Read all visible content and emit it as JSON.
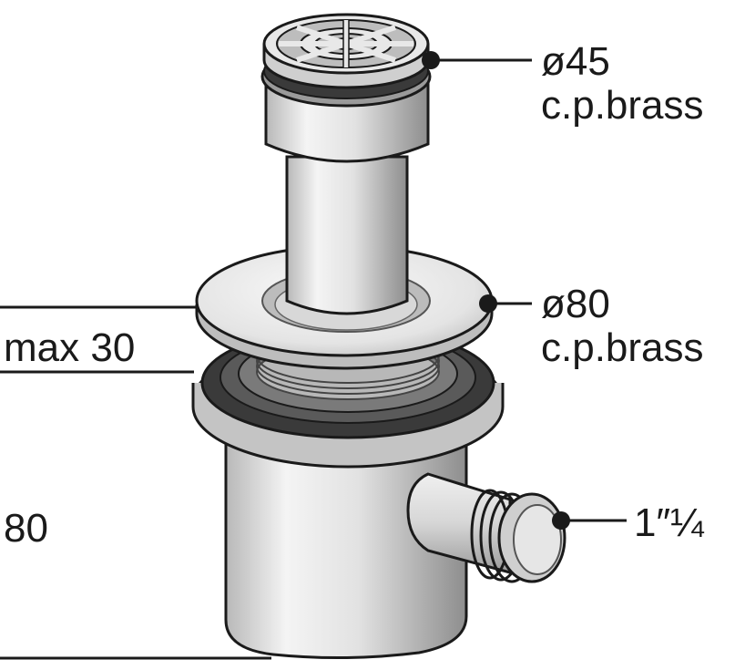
{
  "callouts": {
    "grate": {
      "line1": "ø45",
      "line2": "c.p.brass"
    },
    "flange": {
      "line1": "ø80",
      "line2": "c.p.brass"
    },
    "outlet": {
      "line1": "1″¼"
    }
  },
  "dimensions": {
    "adjust": "max 30",
    "height": "80"
  },
  "colors": {
    "metal_light": "#f2f2f2",
    "metal_mid": "#cfcfcf",
    "metal_dark": "#9a9a9a",
    "gasket": "#3a3a3a",
    "outline": "#1a1a1a"
  }
}
